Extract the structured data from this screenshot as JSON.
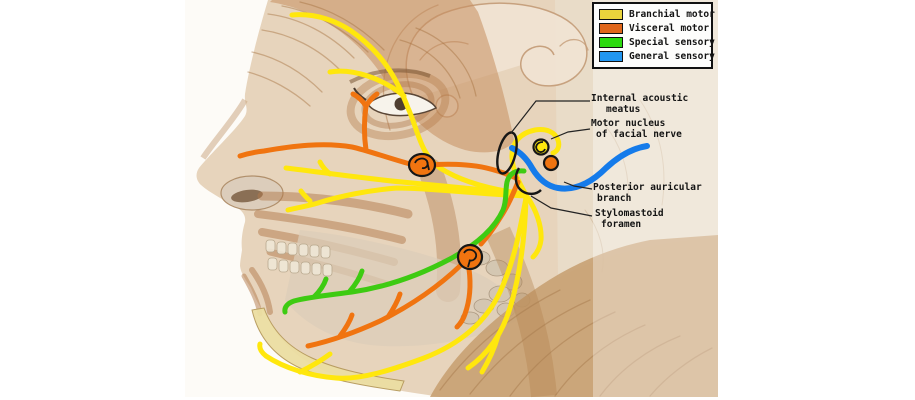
{
  "legend": {
    "items": [
      {
        "label": "Branchial motor",
        "color": "#e9d43c"
      },
      {
        "label": "Visceral motor",
        "color": "#e0661a"
      },
      {
        "label": "Special sensory",
        "color": "#2bd90e"
      },
      {
        "label": "General sensory",
        "color": "#2196f0"
      }
    ]
  },
  "annotations": {
    "internal_acoustic_meatus": {
      "line1": "Internal acoustic",
      "line2": "meatus"
    },
    "motor_nucleus": {
      "line1": "Motor nucleus",
      "line2": "of facial nerve"
    },
    "posterior_auricular": {
      "line1": "Posterior auricular",
      "line2": "branch"
    },
    "stylomastoid": {
      "line1": "Stylomastoid",
      "line2": "foramen"
    }
  },
  "nerve_colors": {
    "branchial_motor": "#ffe70d",
    "visceral_motor": "#f07410",
    "special_sensory": "#3ecb12",
    "general_sensory": "#157bea"
  }
}
